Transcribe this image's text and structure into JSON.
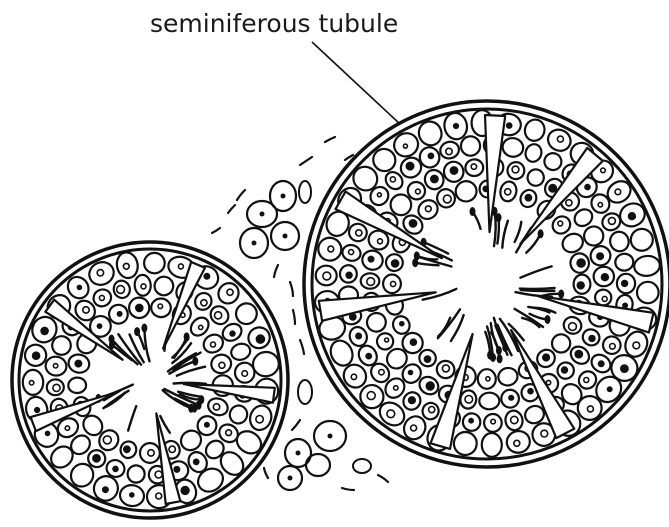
{
  "diagram": {
    "label": "seminiferous tubule",
    "ink_color": "#111111",
    "background": "#ffffff",
    "structures": [
      "large-tubule-cross-section",
      "small-tubule-cross-section",
      "interstitial-cells"
    ]
  }
}
